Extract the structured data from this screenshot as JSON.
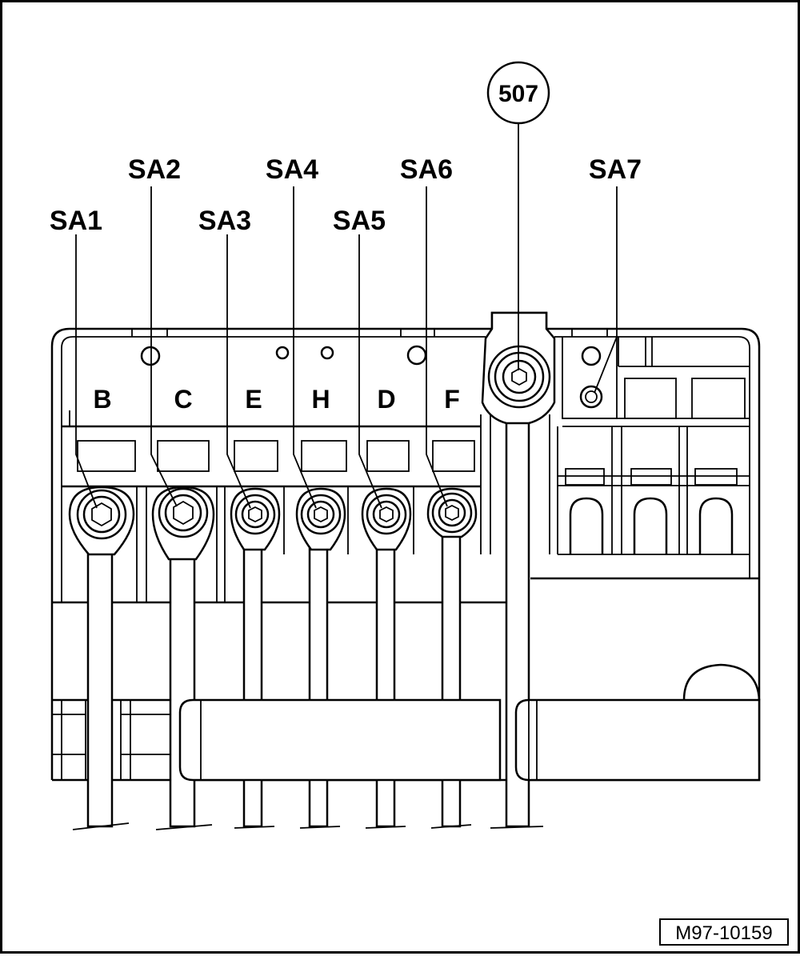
{
  "diagram": {
    "callouts": [
      {
        "id": "sa1",
        "label": "SA1"
      },
      {
        "id": "sa2",
        "label": "SA2"
      },
      {
        "id": "sa3",
        "label": "SA3"
      },
      {
        "id": "sa4",
        "label": "SA4"
      },
      {
        "id": "sa5",
        "label": "SA5"
      },
      {
        "id": "sa6",
        "label": "SA6"
      },
      {
        "id": "sa7",
        "label": "SA7"
      }
    ],
    "badge": "507",
    "fuse_letters": [
      "B",
      "C",
      "E",
      "H",
      "D",
      "F"
    ],
    "figure_number": "M97-10159"
  }
}
